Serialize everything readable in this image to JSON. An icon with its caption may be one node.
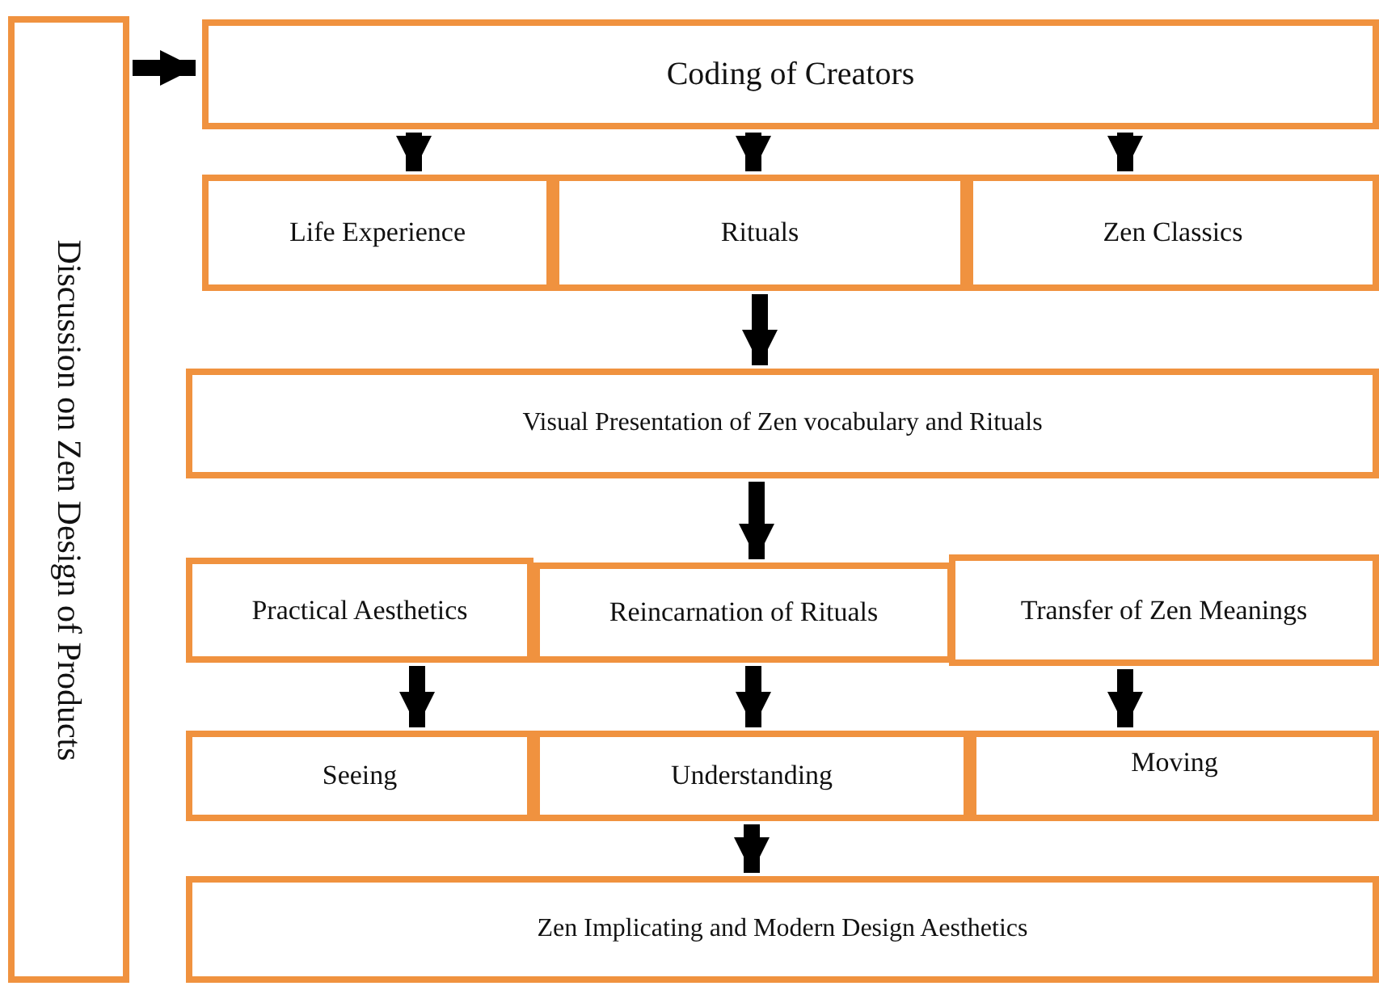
{
  "diagram": {
    "nodes": [
      {
        "text": [
          "Discussion on Zen Design of Products"
        ]
      },
      {
        "text": [
          "Coding of Creators"
        ]
      },
      {
        "text": [
          "Life Experience"
        ]
      },
      {
        "text": [
          "Rituals"
        ]
      },
      {
        "text": [
          "Zen Classics"
        ]
      },
      {
        "text": [
          "Visual Presentation of Zen vocabulary and Rituals"
        ]
      },
      {
        "text": [
          "Practical Aesthetics"
        ]
      },
      {
        "text": [
          "Reincarnation of  Rituals"
        ]
      },
      {
        "text": [
          "Transfer of Zen Meanings"
        ]
      },
      {
        "text": [
          "Seeing"
        ]
      },
      {
        "text": [
          "Understanding"
        ]
      },
      {
        "text": [
          "Moving"
        ]
      },
      {
        "text": [
          "Zen Implicating and Modern Design Aesthetics"
        ]
      }
    ],
    "edges": [
      {
        "from": 0,
        "to": 1,
        "arrow": "to"
      },
      {
        "from": 1,
        "to": 2,
        "arrow": "to"
      },
      {
        "from": 1,
        "to": 3,
        "arrow": "to"
      },
      {
        "from": 1,
        "to": 4,
        "arrow": "to"
      },
      {
        "from": 3,
        "to": 5,
        "arrow": "to"
      },
      {
        "from": 5,
        "to": 7,
        "arrow": "to"
      },
      {
        "from": 6,
        "to": 9,
        "arrow": "to"
      },
      {
        "from": 7,
        "to": 10,
        "arrow": "to"
      },
      {
        "from": 8,
        "to": 11,
        "arrow": "to"
      },
      {
        "from": 10,
        "to": 12,
        "arrow": "to"
      }
    ]
  }
}
